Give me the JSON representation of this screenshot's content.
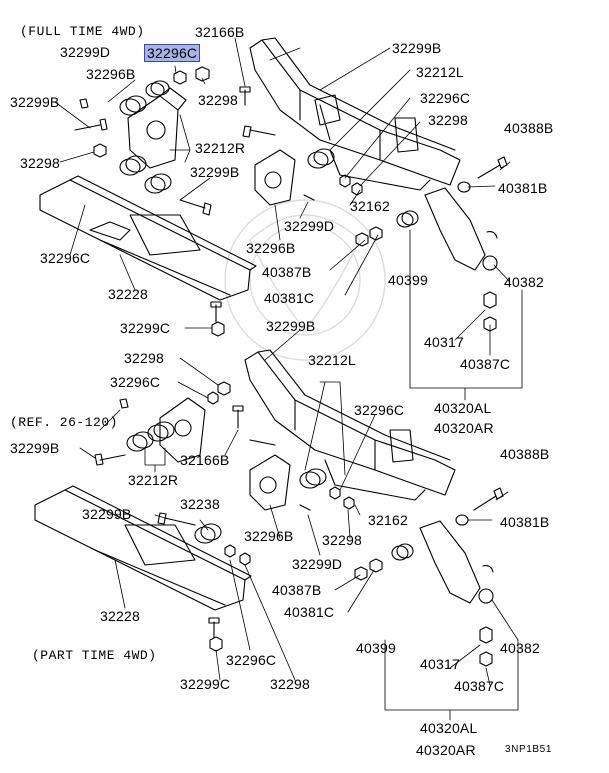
{
  "diagram": {
    "highlight_color": "#a9b4e6",
    "captions": {
      "full_time": "(FULL TIME 4WD)",
      "part_time": "(PART TIME 4WD)",
      "ref": "(REF. 26-120)",
      "code": "3NP1B51"
    },
    "top_labels": {
      "l_32166B": "32166B",
      "l_32299D_a": "32299D",
      "l_32296C_hl": "32296C",
      "l_32296B_a": "32296B",
      "l_32299B_a": "32299B",
      "l_32298_a": "32298",
      "l_32212R_a": "32212R",
      "l_32298_b": "32298",
      "l_32299B_b": "32299B",
      "l_32296C_a": "32296C",
      "l_32228_a": "32228",
      "l_32299B_c": "32299B",
      "l_32212L_a": "32212L",
      "l_32296C_b": "32296C",
      "l_32298_c": "32298",
      "l_32162_a": "32162",
      "l_32299D_b": "32299D",
      "l_32296B_b": "32296B",
      "l_40387B_a": "40387B",
      "l_40381C_a": "40381C",
      "l_40388B_a": "40388B",
      "l_40381B_a": "40381B",
      "l_40399_a": "40399",
      "l_40382_a": "40382",
      "l_40317_a": "40317",
      "l_40387C_a": "40387C",
      "l_40320AL_a": "40320AL",
      "l_40320AR_a": "40320AR"
    },
    "bottom_labels": {
      "l_32299C_a": "32299C",
      "l_32298_d": "32298",
      "l_32296C_c": "32296C",
      "l_32299B_d": "32299B",
      "l_32212R_b": "32212R",
      "l_32166B_b": "32166B",
      "l_32299B_e": "32299B",
      "l_32238": "32238",
      "l_32228_b": "32228",
      "l_32296C_d": "32296C",
      "l_32299C_b": "32299C",
      "l_32298_e": "32298",
      "l_32299B_f": "32299B",
      "l_32212L_b": "32212L",
      "l_32296C_e": "32296C",
      "l_32162_b": "32162",
      "l_32296B_c": "32296B",
      "l_32298_f": "32298",
      "l_32299D_c": "32299D",
      "l_40387B_b": "40387B",
      "l_40381C_b": "40381C",
      "l_40388B_b": "40388B",
      "l_40381B_b": "40381B",
      "l_40399_b": "40399",
      "l_40382_b": "40382",
      "l_40317_b": "40317",
      "l_40387C_b": "40387C",
      "l_40320AL_b": "40320AL",
      "l_40320AR_b": "40320AR"
    }
  }
}
